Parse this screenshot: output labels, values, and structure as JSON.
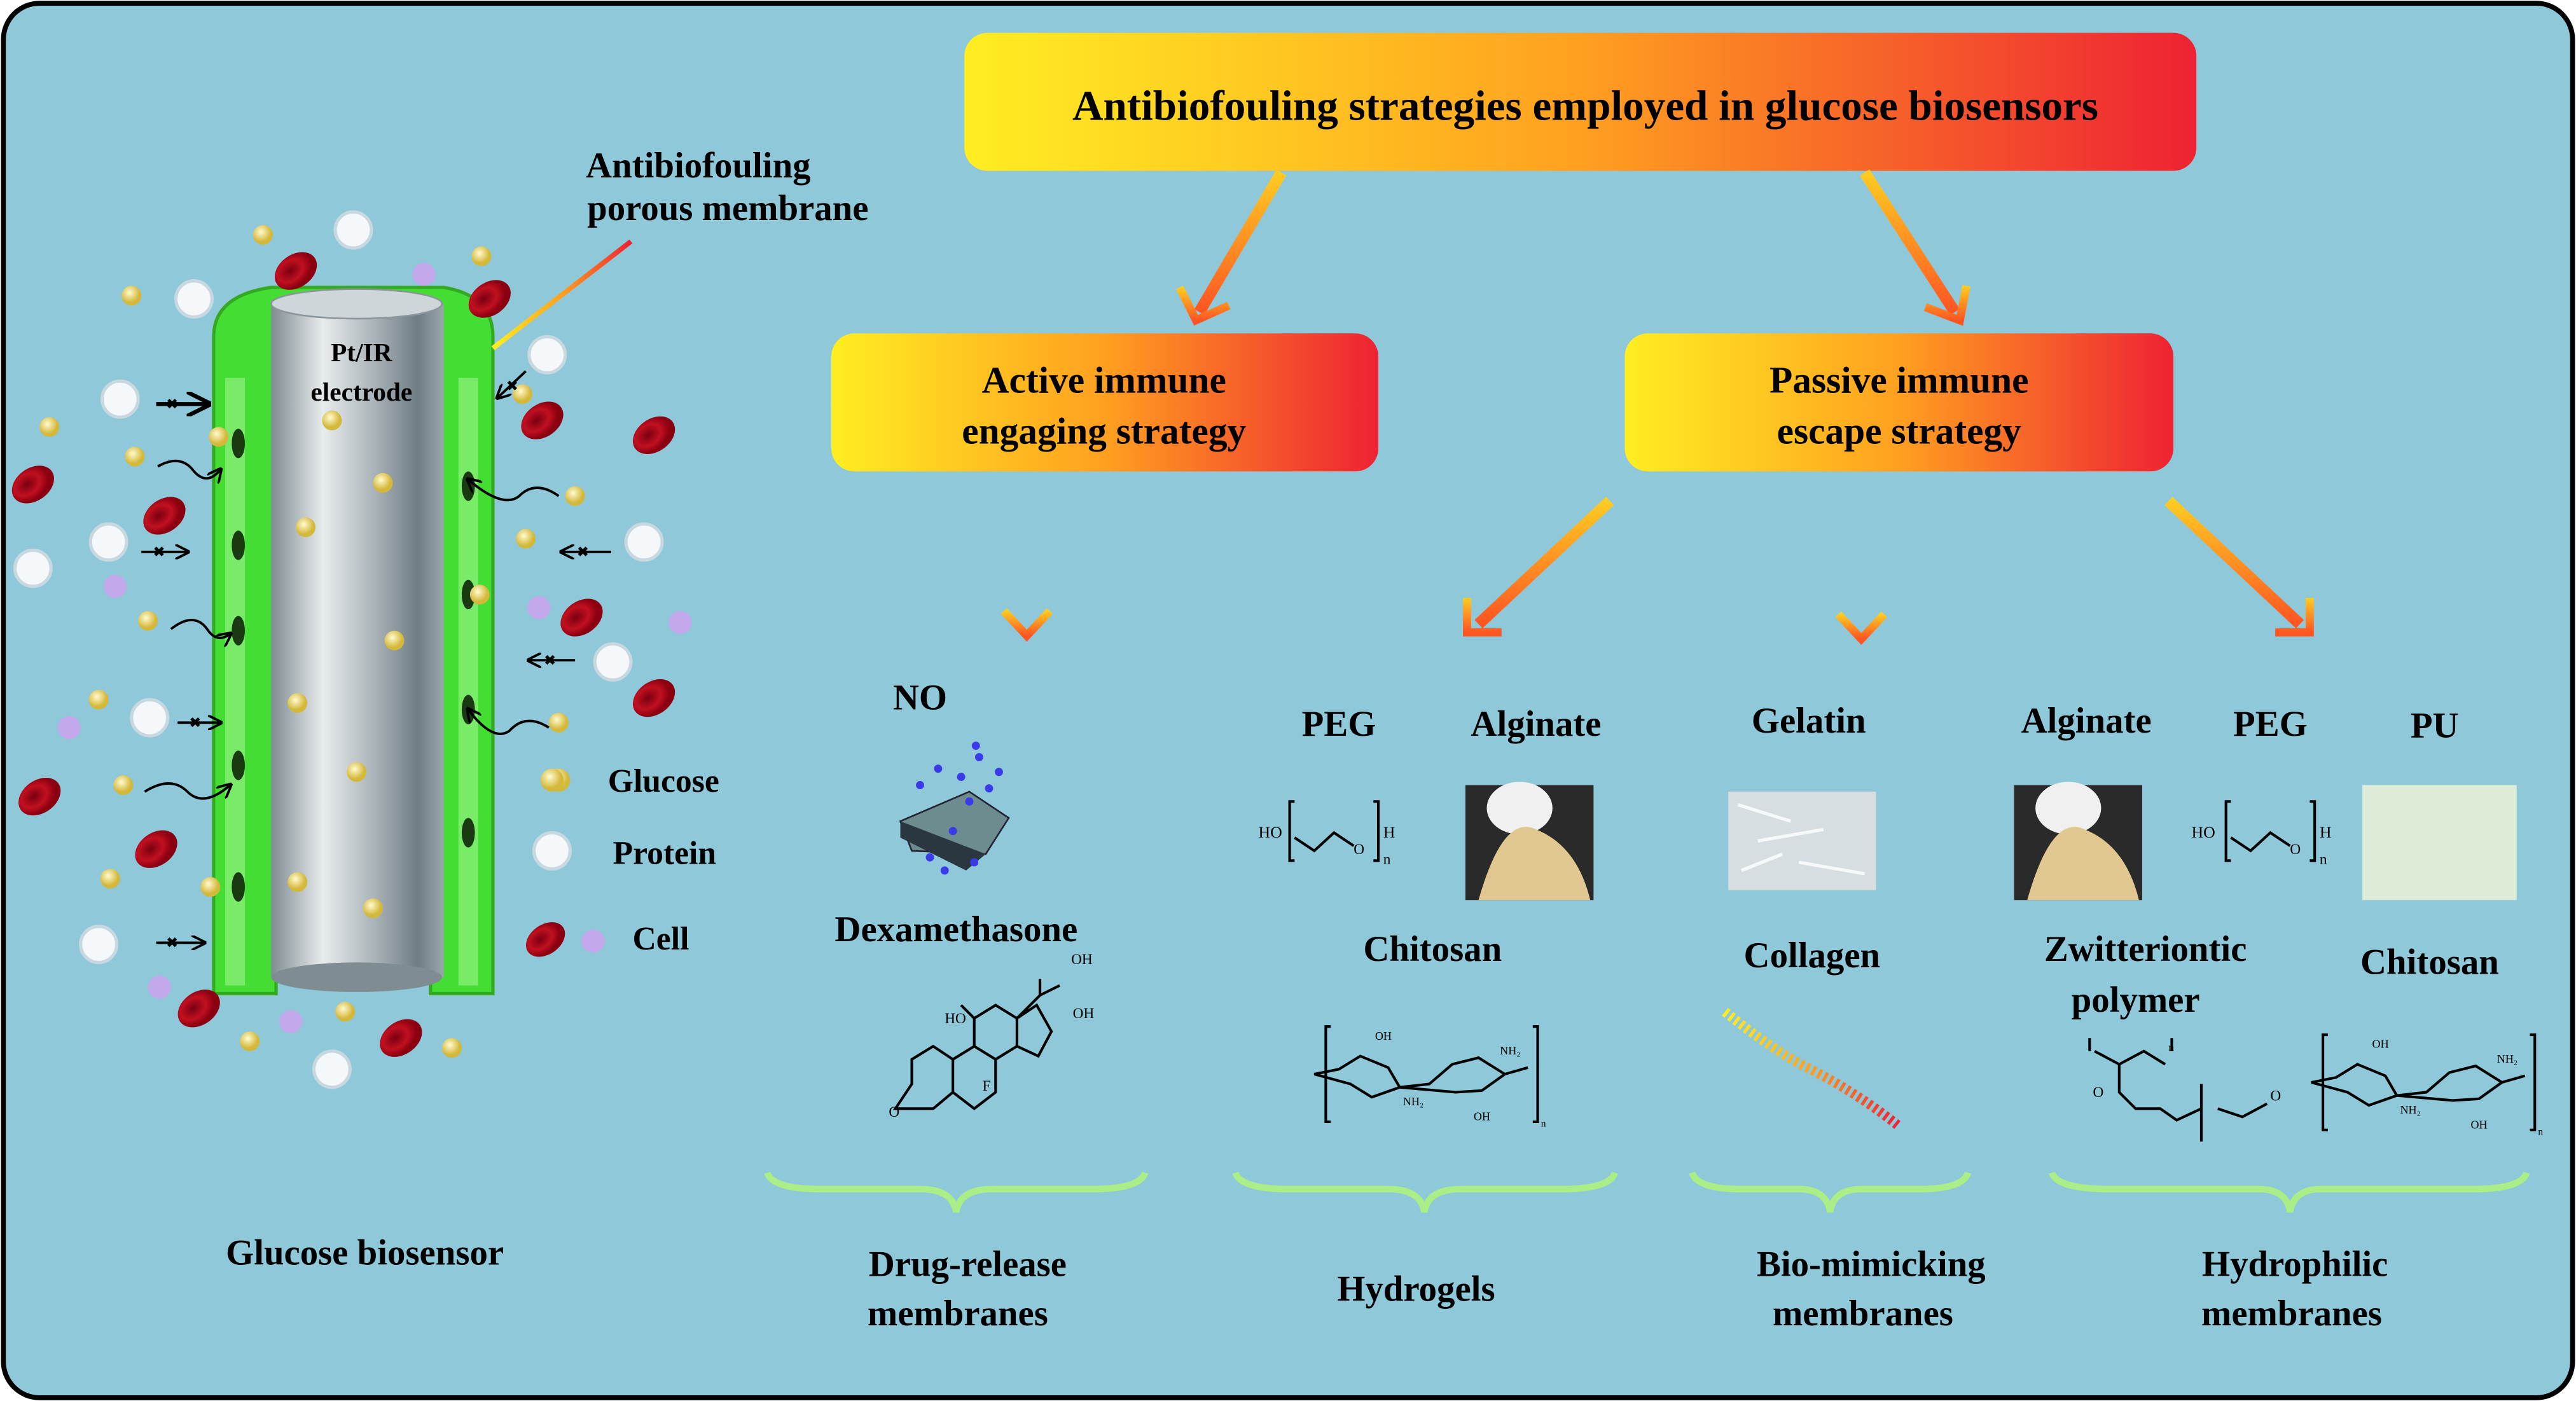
{
  "title": "Antibiofouling strategies employed in glucose biosensors",
  "colors": {
    "background": "#8fc8d8",
    "gradient_start": "#ffee22",
    "gradient_mid": "#ff9922",
    "gradient_end": "#ee2233",
    "membrane": "#44dd33",
    "brace": "#aaee88"
  },
  "left_panel": {
    "membrane_label": [
      "Antibiofouling",
      "porous membrane"
    ],
    "electrode_label": [
      "Pt/IR",
      "electrode"
    ],
    "caption": "Glucose biosensor",
    "legend": [
      {
        "icon": "glucose-icon",
        "label": "Glucose"
      },
      {
        "icon": "protein-icon",
        "label": "Protein"
      },
      {
        "icon": "cell-icon",
        "label": "Cell"
      }
    ]
  },
  "strategies": {
    "active": [
      "Active immune",
      "engaging strategy"
    ],
    "passive": [
      "Passive immune",
      "escape strategy"
    ]
  },
  "materials": {
    "drug_release": {
      "items": [
        "NO",
        "Dexamethasone"
      ],
      "category": [
        "Drug-release",
        "membranes"
      ]
    },
    "hydrogels": {
      "items": [
        "PEG",
        "Alginate",
        "Chitosan"
      ],
      "category": [
        "Hydrogels"
      ]
    },
    "bio_mimicking": {
      "items": [
        "Gelatin",
        "Collagen"
      ],
      "category": [
        "Bio-mimicking",
        "membranes"
      ]
    },
    "hydrophilic": {
      "items": [
        "Alginate",
        "PEG",
        "PU",
        "Zwitteriontic",
        "polymer",
        "Chitosan"
      ],
      "category": [
        "Hydrophilic",
        "membranes"
      ]
    }
  },
  "chem_labels": {
    "ho": "HO",
    "oh": "OH",
    "h": "H",
    "n": "n",
    "o": "O",
    "f": "F",
    "nh2": "NH₂"
  }
}
